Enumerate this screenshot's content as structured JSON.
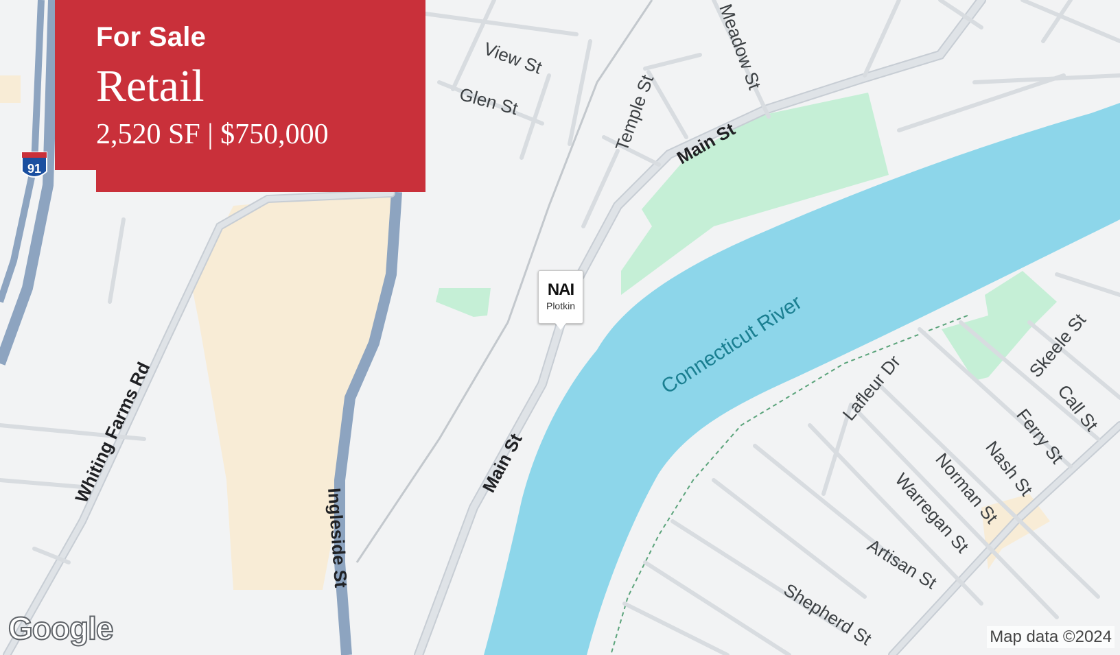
{
  "banner": {
    "status": "For Sale",
    "property_type": "Retail",
    "details": "2,520 SF | $750,000"
  },
  "marker": {
    "brand": "NAI",
    "sub": "Plotkin"
  },
  "map": {
    "highway_shield": "91",
    "streets": {
      "view_st": "View St",
      "glen_st": "Glen St",
      "temple_st": "Temple St",
      "meadow_st": "Meadow St",
      "main_st_north": "Main St",
      "main_st_south": "Main St",
      "whiting_farms_rd": "Whiting Farms Rd",
      "ingleside_st": "Ingleside St",
      "lafleur_dr": "Lafleur Dr",
      "skeele_st": "Skeele St",
      "call_st": "Call St",
      "ferry_st": "Ferry St",
      "nash_st": "Nash St",
      "norman_st": "Norman St",
      "warregan_st": "Warregan St",
      "artisan_st": "Artisan St",
      "shepherd_st": "Shepherd St"
    },
    "river": "Connecticut River",
    "colors": {
      "background": "#f2f3f4",
      "water": "#8dd6ea",
      "park": "#c5efd6",
      "commercial": "#f8ecd6",
      "highway": "#8da4c0",
      "banner": "#c9303a"
    }
  },
  "footer": {
    "logo": "Google",
    "attribution": "Map data ©2024"
  }
}
